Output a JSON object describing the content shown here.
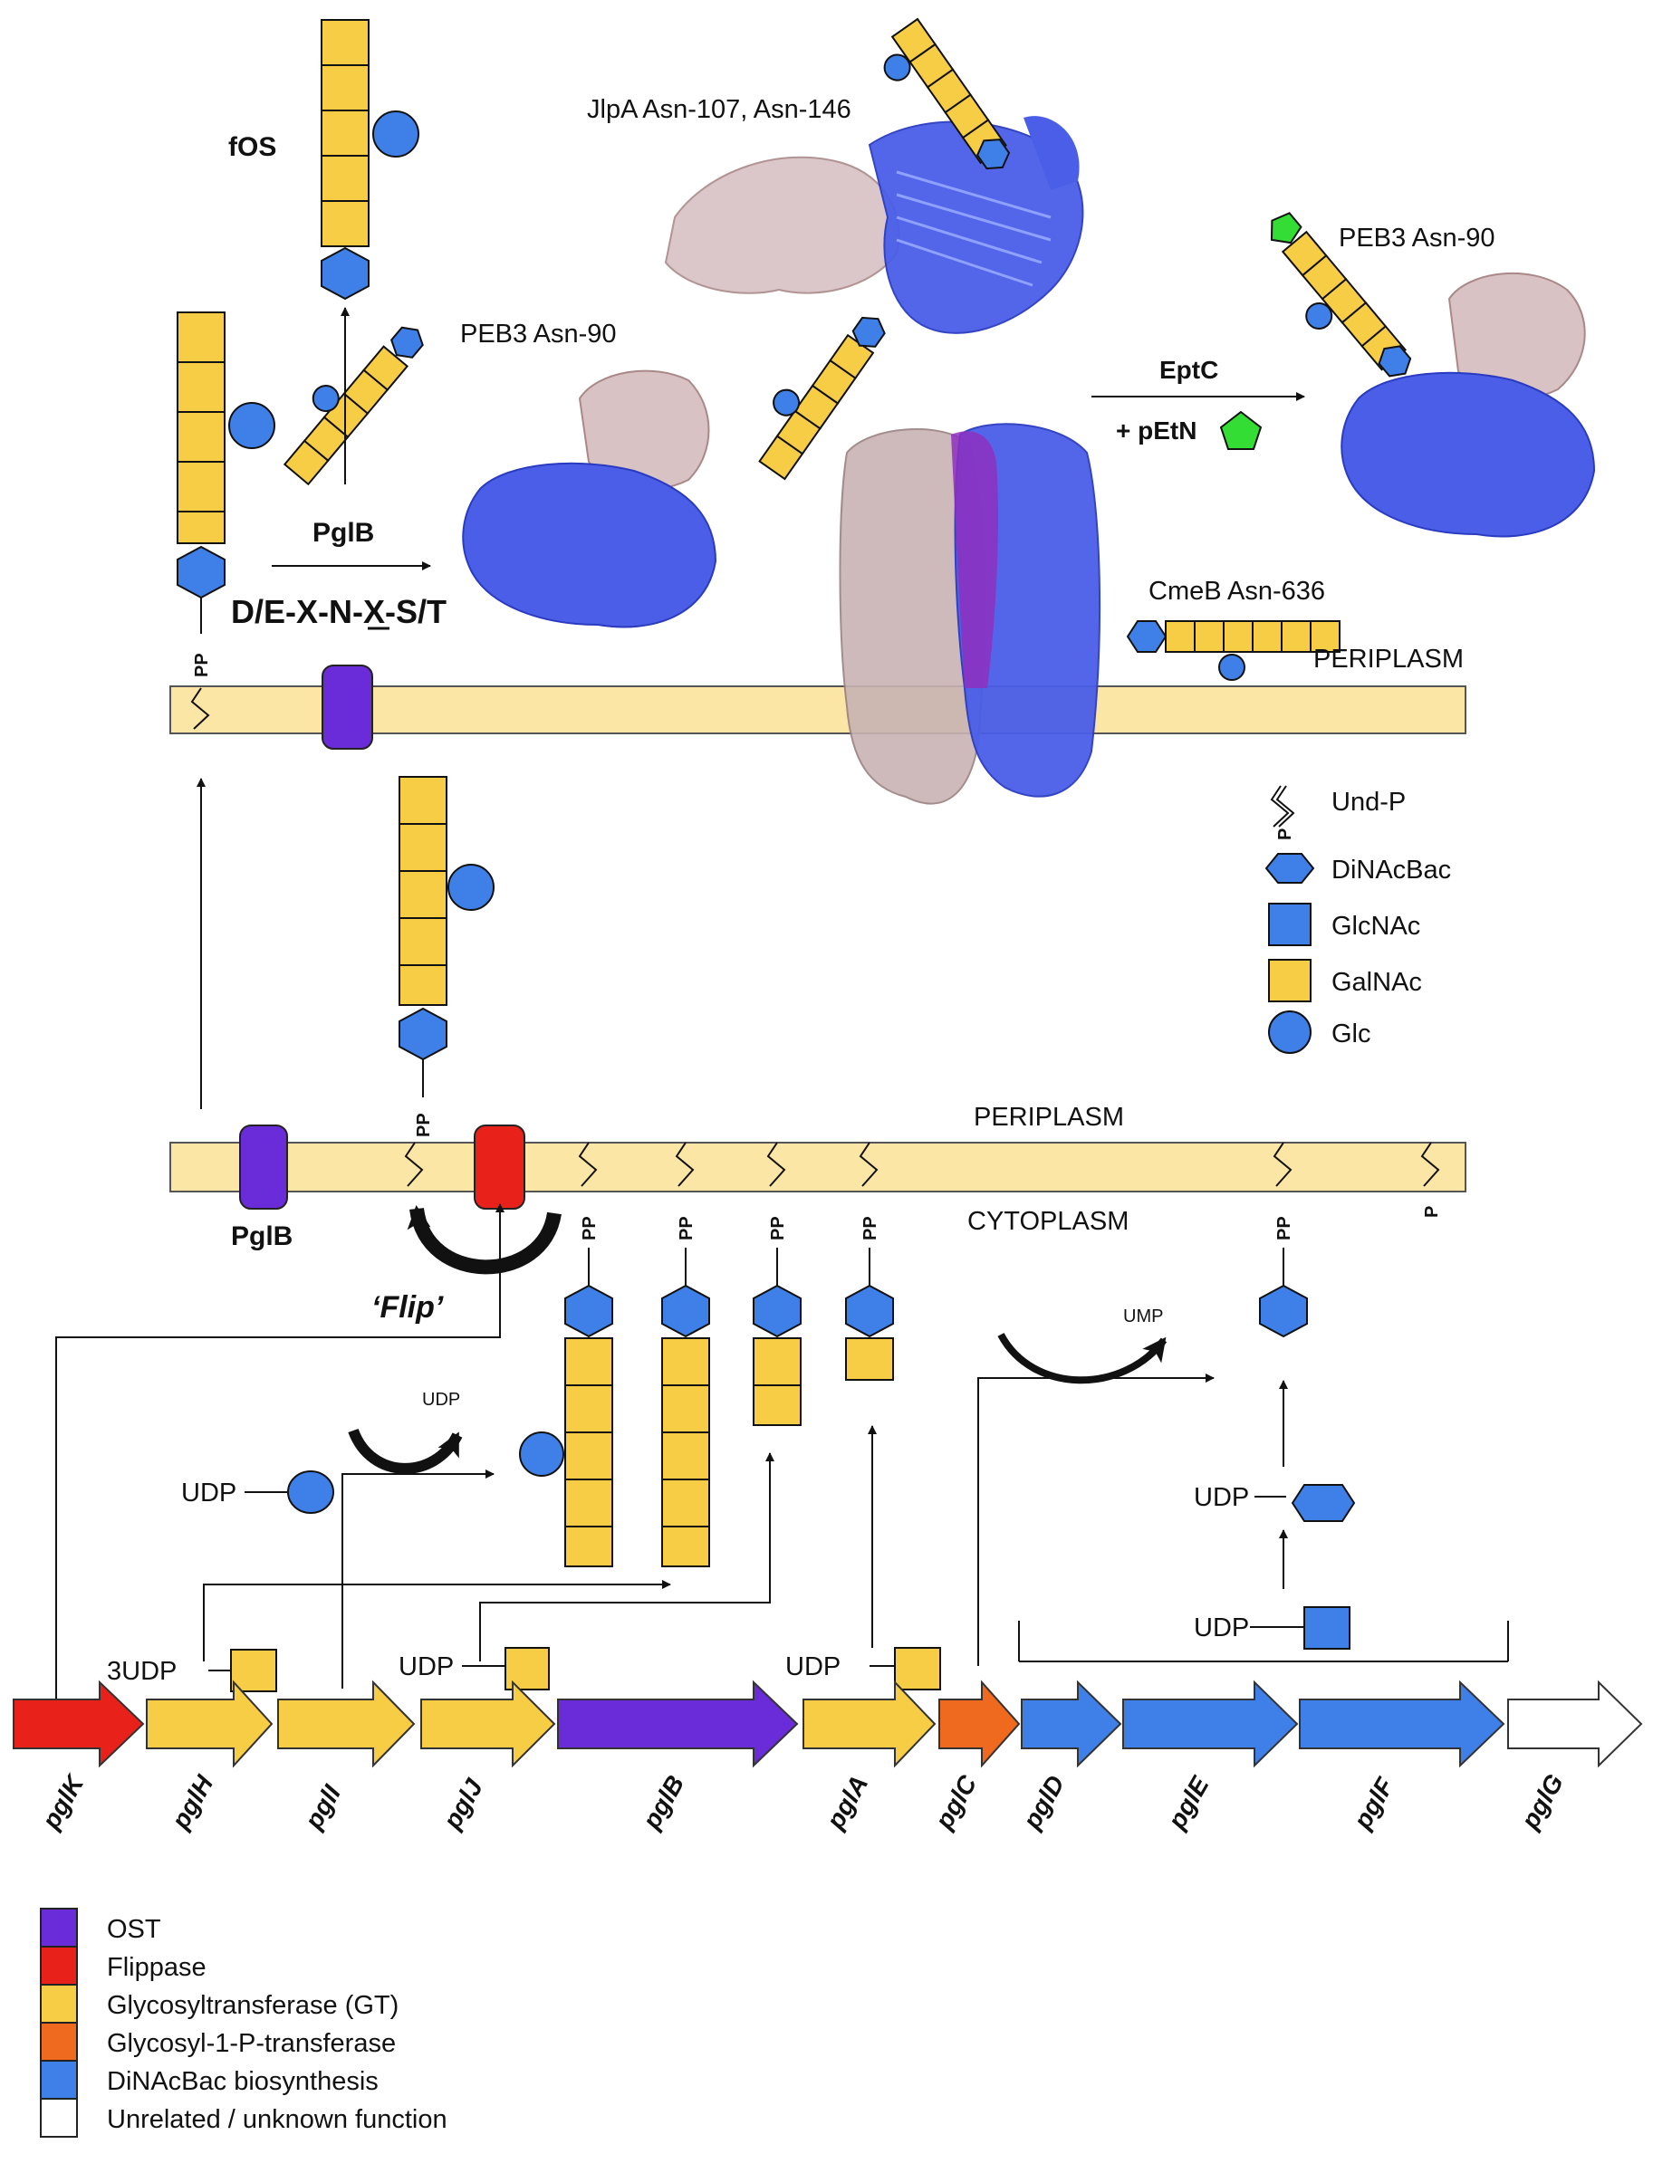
{
  "colors": {
    "ost": "#6a2bd8",
    "flippase": "#e8221b",
    "gt": "#f7cd46",
    "glycosyl_p_transferase": "#ef6a1e",
    "dinacbac": "#3f80e8",
    "unrelated": "#ffffff",
    "membrane": "#fbe6a6",
    "pentagon": "#33dd33"
  },
  "labels": {
    "fos": "fOS",
    "jlpa": "JlpA Asn-107, Asn-146",
    "peb3_left": "PEB3 Asn-90",
    "peb3_right": "PEB3 Asn-90",
    "eptc": "EptC",
    "petn": "+ pEtN",
    "cmeb": "CmeB Asn-636",
    "pglb_arrow": "PglB",
    "sequon": "D/E-X-N-X-S/T",
    "periplasm_top": "PERIPLASM",
    "periplasm_mid": "PERIPLASM",
    "cytoplasm": "CYTOPLASM",
    "pglb_membrane": "PglB",
    "flip": "‘Flip’",
    "udp_a": "UDP",
    "udp_b": "UDP",
    "ump": "UMP",
    "udp_glc": "UDP",
    "udp_3": "3UDP",
    "udp_j": "UDP",
    "udp_a2": "UDP",
    "udp_hex": "UDP",
    "udp_sq": "UDP",
    "pp": "PP",
    "p": "P"
  },
  "key": [
    {
      "icon": "und-p",
      "label": "Und-P"
    },
    {
      "icon": "hexagon",
      "label": "DiNAcBac"
    },
    {
      "icon": "blue-square",
      "label": "GlcNAc"
    },
    {
      "icon": "yellow-square",
      "label": "GalNAc"
    },
    {
      "icon": "circle",
      "label": "Glc"
    }
  ],
  "genes": [
    "pglK",
    "pglH",
    "pglI",
    "pglJ",
    "pglB",
    "pglA",
    "pglC",
    "pglD",
    "pglE",
    "pglF",
    "pglG"
  ],
  "legend": [
    {
      "color_key": "ost",
      "label": "OST"
    },
    {
      "color_key": "flippase",
      "label": "Flippase"
    },
    {
      "color_key": "gt",
      "label": "Glycosyltransferase (GT)"
    },
    {
      "color_key": "glycosyl_p_transferase",
      "label": "Glycosyl-1-P-transferase"
    },
    {
      "color_key": "dinacbac",
      "label": "DiNAcBac biosynthesis"
    },
    {
      "color_key": "unrelated",
      "label": "Unrelated / unknown function"
    }
  ]
}
